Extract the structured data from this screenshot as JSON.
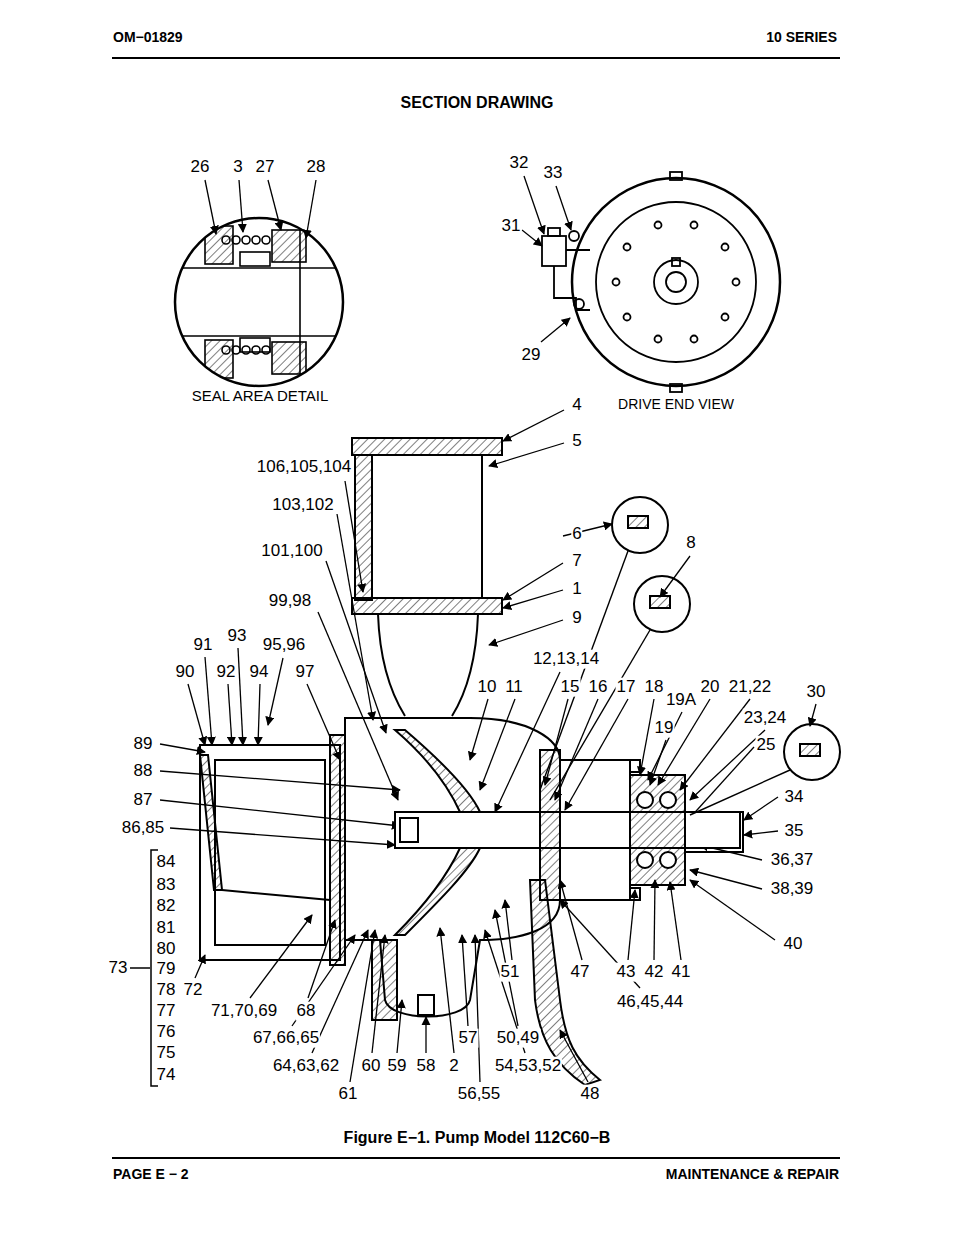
{
  "diagram": {
    "title": "SECTION DRAWING",
    "caption": "Figure E−1. Pump Model 112C60−B",
    "labels": [
      "OM−01829",
      "10 SERIES",
      "26",
      "3",
      "27",
      "28",
      "32",
      "33",
      "31",
      "29",
      "SEAL AREA DETAIL",
      "DRIVE END VIEW",
      "4",
      "5",
      "106,105,104",
      "103,102",
      "6",
      "8",
      "101,100",
      "7",
      "1",
      "99,98",
      "9",
      "93",
      "91",
      "95,96",
      "12,13,14",
      "90",
      "92",
      "94",
      "97",
      "10",
      "11",
      "15",
      "16",
      "17",
      "18",
      "19A",
      "20",
      "21,22",
      "30",
      "19",
      "23,24",
      "25",
      "89",
      "88",
      "34",
      "87",
      "35",
      "86,85",
      "36,37",
      "84",
      "83",
      "38,39",
      "82",
      "81",
      "80",
      "40",
      "73",
      "79",
      "51",
      "47",
      "43",
      "42",
      "41",
      "78",
      "72",
      "46,45,44",
      "71,70,69",
      "68",
      "77",
      "76",
      "67,66,65",
      "57",
      "50,49",
      "75",
      "64,63,62",
      "60",
      "59",
      "58",
      "2",
      "54,53,52",
      "74",
      "61",
      "56,55",
      "48",
      "PAGE E − 2",
      "MAINTENANCE & REPAIR"
    ]
  }
}
